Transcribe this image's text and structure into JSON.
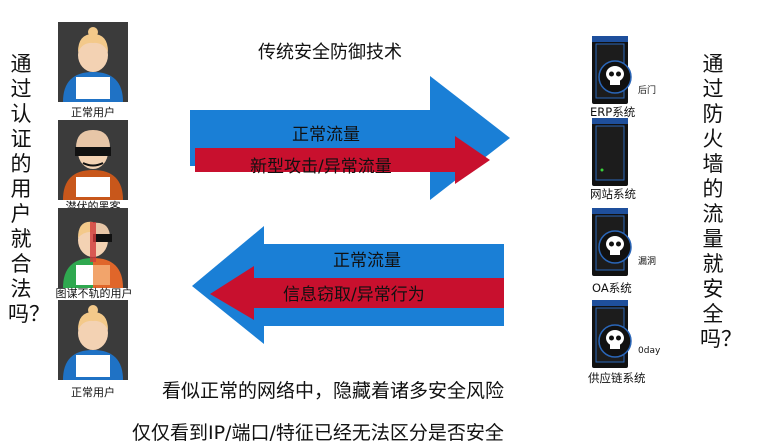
{
  "title": "传统安全防御技术",
  "left_question": "通过认证的用户就合法吗？",
  "right_question": "通过防火墙的流量就安全吗？",
  "users": [
    {
      "label": "正常用户",
      "icon": "normal-user-icon"
    },
    {
      "label": "潜伏的黑客",
      "icon": "hacker-icon"
    },
    {
      "label": "图谋不轨的用户",
      "icon": "half-hacker-icon"
    },
    {
      "label": "正常用户",
      "icon": "normal-user-icon"
    }
  ],
  "arrows": {
    "top_blue": "正常流量",
    "top_red": "新型攻击/异常流量",
    "bottom_blue": "正常流量",
    "bottom_red": "信息窃取/异常行为"
  },
  "servers": [
    {
      "label": "ERP系统",
      "tag": "后门",
      "skull": true
    },
    {
      "label": "网站系统",
      "tag": "",
      "skull": false
    },
    {
      "label": "OA系统",
      "tag": "漏洞",
      "skull": true
    },
    {
      "label": "供应链系统",
      "tag": "0day",
      "skull": true
    }
  ],
  "captions": [
    "看似正常的网络中，隐藏着诸多安全风险",
    "仅仅看到IP/端口/特征已经无法区分是否安全"
  ],
  "colors": {
    "blue": "#1a7fd6",
    "red": "#c8102e",
    "skin": "#f3d2b3",
    "hair": "#f3c98a",
    "shirt": "#1f72c5"
  }
}
